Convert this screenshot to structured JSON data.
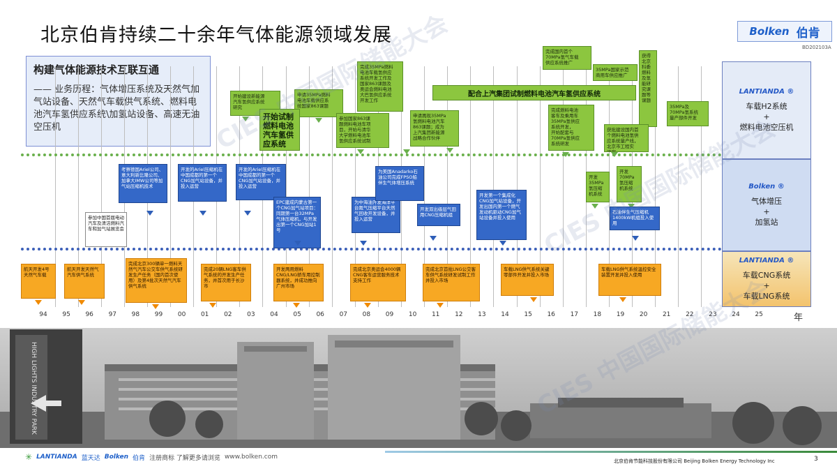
{
  "title": "北京伯肯持续二十余年气体能源领域发展",
  "logo": {
    "latin": "Bolken",
    "chinese": "伯肯"
  },
  "doc_no": "BD202103A",
  "intro": {
    "heading": "构建气体能源技术互联互通",
    "line": "—— 业务历程：气体增压系统及天然气加气站设备、天然气车载供气系统、燃料电池汽车氢供应系统\\加氢站设备、高速无油空压机"
  },
  "green_boxes": [
    "开始建设新能源\n汽车氢供应系统\n研究",
    "申请35MPa燃料\n电池车载供应系\n统国家863课题",
    "完成35MPa燃料\n电池车载氢供应\n系统开发工作及\n国家863课题及\n奥运会燃料电池\n大巴氢供应系统\n开发工作",
    "参加国家863课\n题燃料电池车项\n目，开始与清华\n大学燃料电池车\n氢供应系统试制",
    "申请再现35MPa\n氢燃料电池汽车\n863课题；成为\n上汽集团新能源\n战略合作伙伴",
    "完成国内首个\n70MPa氢气车载\n供应系统推广",
    "35MPa国家示范\n商用车供应推广",
    "获得\n北京\n科委\n燃料\n及氢\n能研\n究课\n题等\n课题",
    "完成燃料电池\n客车及乘用车\n35MPa氢供应\n系统开发，\n开始配套与\n70MPa氢供应\n系统研发",
    "获批建设国内首\n个燃料电池氢供\n应系统量产线，\n北京市工程实\n验室",
    "35MPa及\n70MPa氢系统\n量产部件开发",
    "开发\n35MPa\n氢压缩\n机系统",
    "开发\n70MPa\n氢压缩\n机系统"
  ],
  "big_green": "开始试制\n燃料电池\n汽车氢供\n应系统",
  "banner": "配合上汽集团试制燃料电池汽车氢供应系统",
  "blue_boxes": [
    "考察德国Ariel公司、意大利新比隆公司、加拿大IMW公司等加气站压缩机技术",
    "开发的Ariel压缩机在中国成都的第一个CNG加气站设备，并投入运营",
    "开发的Ariel压缩机在中国成都的第一个CNG加气站设备，并投入运营",
    "EPC建成内蒙古第一个CNG加气站项目：同期第一台32MPa气体压缩机，与开发出第一个CNG加站1号",
    "为中海油开发海洋平台氮气压缩平台天然气回收开发设备，并投入运营",
    "为美国Anadarko石油公司完成FPSO船伴生气体增压系统",
    "开发双出级层气田用CNG压缩机组",
    "开发第一个集成化CNG加气站设备，开发出国内第一个燃气发动机驱动CNG加气站设备并投入使用",
    "石油伴生气压缩机1400kW机组投入使用"
  ],
  "white_box": "参加中国首届电动汽车及清洁燃料汽车和加气站展览会",
  "orange_boxes": [
    "航天开发4号天然气车载",
    "航天开发天然气汽车供气系统",
    "完成北京300辆单一燃料天然气汽车公交车供气系统研发生产任务（国内首次使用）及第4批次天然气汽车供气系统",
    "完成20辆LNG客车供气系统的开发生产任务，并首次用于长沙市",
    "开发两用燃料CNG/LNG轿车用控制器系统，并成功推向广州市场",
    "完成北京奥运会4000辆CNG客车运营服务技术支持工作",
    "完成北京首批LNG公交客车供气系统研发试制工作并投入市场",
    "车载LNG供气系统关键零部件开发并投入市场",
    "车载LNG供气系统温控安全装置开发并投入使用"
  ],
  "panel": [
    {
      "logo": "LANTIANDA ®",
      "lines": [
        "车载H2系统",
        "+",
        "燃料电池空压机"
      ]
    },
    {
      "logo": "Bolken ®",
      "lines": [
        "气体增压",
        "+",
        "加氢站"
      ]
    },
    {
      "logo": "LANTIANDA ®",
      "lines": [
        "车载CNG系统",
        "+",
        "车载LNG系统"
      ]
    }
  ],
  "years": [
    "94",
    "95",
    "96",
    "97",
    "98",
    "99",
    "00",
    "01",
    "02",
    "03",
    "04",
    "05",
    "06",
    "07",
    "08",
    "09",
    "10",
    "11",
    "12",
    "13",
    "14",
    "15",
    "16",
    "17",
    "18",
    "19",
    "20",
    "21",
    "22",
    "23",
    "24",
    "25"
  ],
  "axis_unit": "年",
  "footer": {
    "brand1": "LANTIANDA",
    "brand1_cn": "蓝天达",
    "brand2": "Bolken",
    "brand2_cn": "伯肯",
    "slogan": "注册商标  了解更多请浏览",
    "url": "www.bolken.com",
    "company": "北京伯肯节能科技股份有限公司  Beijing Bolken Energy Technology Inc",
    "page": "3"
  },
  "watermark": "CIES 中国国际储能大会",
  "photo_sign": "HIGH LIGHTS INDUSTRY PARK",
  "colors": {
    "green": "#8cc63f",
    "blue": "#3468c8",
    "orange": "#f7a823",
    "title_blue": "#1d5fc9"
  }
}
